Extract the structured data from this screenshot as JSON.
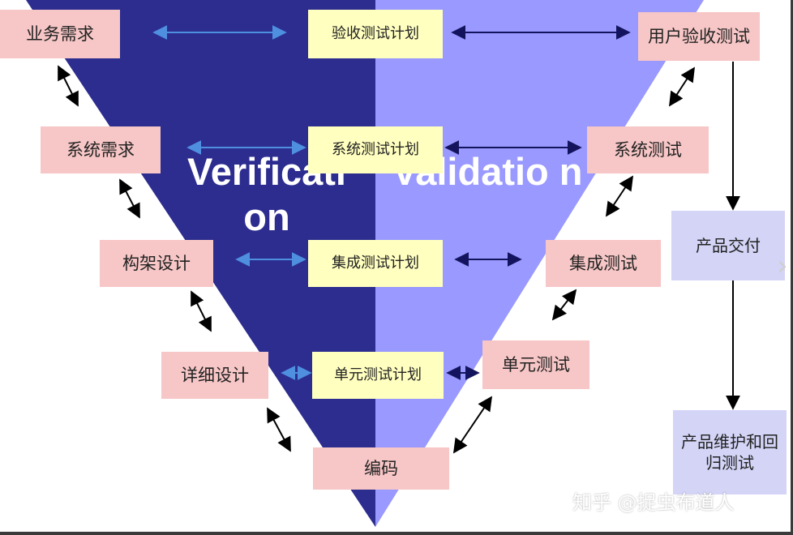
{
  "colors": {
    "verification_fill": "#2c2d8f",
    "validation_fill": "#9999ff",
    "pink_box": "#f7c6c6",
    "yellow_box": "#ffffc0",
    "lavender_box": "#d3d4f6",
    "light_arrow": "#4f8fe0",
    "dark_arrow": "#14145e",
    "black_arrow": "#000000"
  },
  "regions": {
    "left_label": "Verificati on",
    "right_label": "Validatio n"
  },
  "left_column": [
    "业务需求",
    "系统需求",
    "构架设计",
    "详细设计"
  ],
  "center_column": [
    "验收测试计划",
    "系统测试计划",
    "集成测试计划",
    "单元测试计划"
  ],
  "right_column": [
    "用户验收测试",
    "系统测试",
    "集成测试",
    "单元测试"
  ],
  "bottom_node": "编码",
  "delivery_column": [
    "产品交付",
    "产品维护和回归测试"
  ],
  "watermark": "知乎 @捉虫布道人",
  "nav": {
    "next_icon": "chevron-right-icon"
  }
}
